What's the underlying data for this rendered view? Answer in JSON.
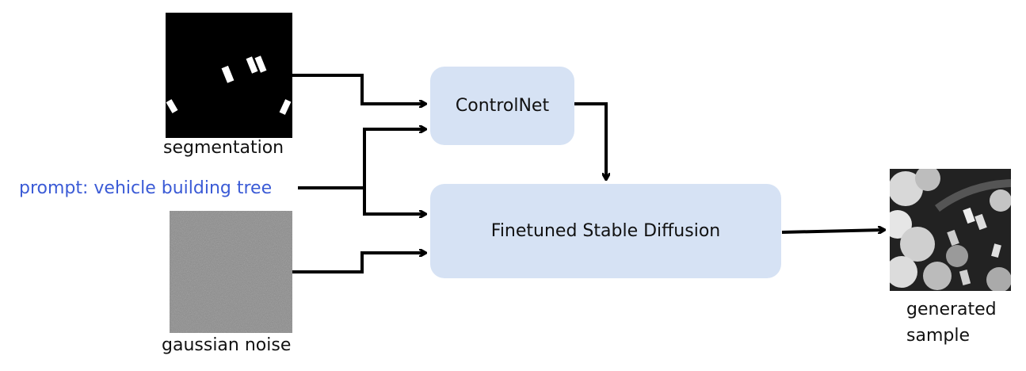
{
  "inputs": {
    "segmentation_label": "segmentation",
    "prompt_text": "prompt: vehicle building tree",
    "noise_label": "gaussian noise"
  },
  "blocks": {
    "controlnet_label": "ControlNet",
    "sd_label": "Finetuned Stable Diffusion"
  },
  "output": {
    "line1": "generated",
    "line2": "sample"
  },
  "colors": {
    "block_fill": "#d6e2f4",
    "prompt_text": "#3b5bd6",
    "arrow": "#000000"
  }
}
